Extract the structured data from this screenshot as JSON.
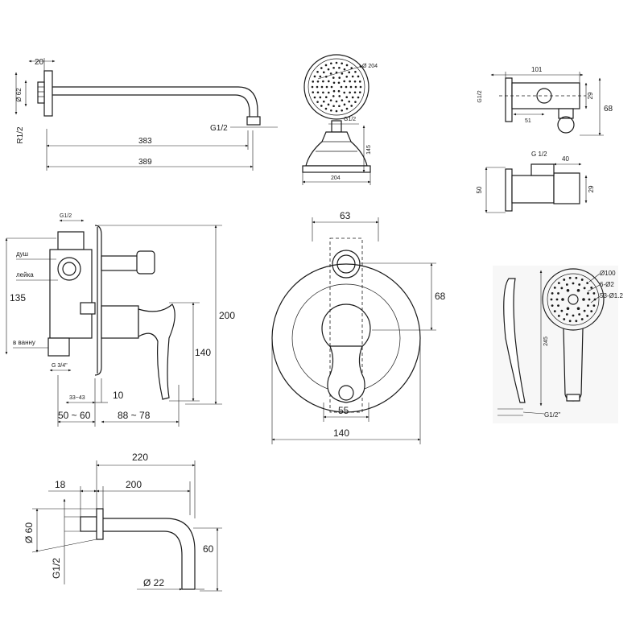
{
  "shower_arm": {
    "flange_depth": "20",
    "flange_height": "Ø 62",
    "thread_left": "R1/2",
    "thread_outlet": "G1/2",
    "length_inner": "383",
    "length_total": "389"
  },
  "shower_head": {
    "diameter_top": "Ø 204",
    "connection": "G1/2",
    "height": "145",
    "width": "204"
  },
  "wall_holder_top": {
    "length": "101",
    "height_inner": "29",
    "height_total": "68",
    "thread": "G1/2",
    "offset": "51"
  },
  "wall_holder_side": {
    "thread": "G 1/2",
    "depth": "40",
    "height_left": "50",
    "height_right": "29"
  },
  "mixer_side": {
    "thread_top": "G1/2",
    "label_shower": "душ",
    "label_hand": "лейка",
    "label_bath": "в ванну",
    "height_135": "135",
    "thread_bottom": "G 3/4\"",
    "range_33_43": "33~43",
    "dim_10": "10",
    "range_50_60": "50 ~ 60",
    "range_88_78": "88 ~ 78",
    "height_140": "140",
    "height_200": "200"
  },
  "mixer_front": {
    "width_63": "63",
    "height_68": "68",
    "width_55": "55",
    "width_140": "140"
  },
  "hand_shower": {
    "diameter": "Ø100",
    "holes_6": "6-Ø2",
    "holes_53": "53-Ø1.2",
    "length": "245",
    "thread": "G1/2\""
  },
  "spout": {
    "length_total": "220",
    "length_200": "200",
    "flange_18": "18",
    "flange_d60": "Ø 60",
    "height_60": "60",
    "thread": "G1/2",
    "pipe_d22": "Ø 22"
  }
}
